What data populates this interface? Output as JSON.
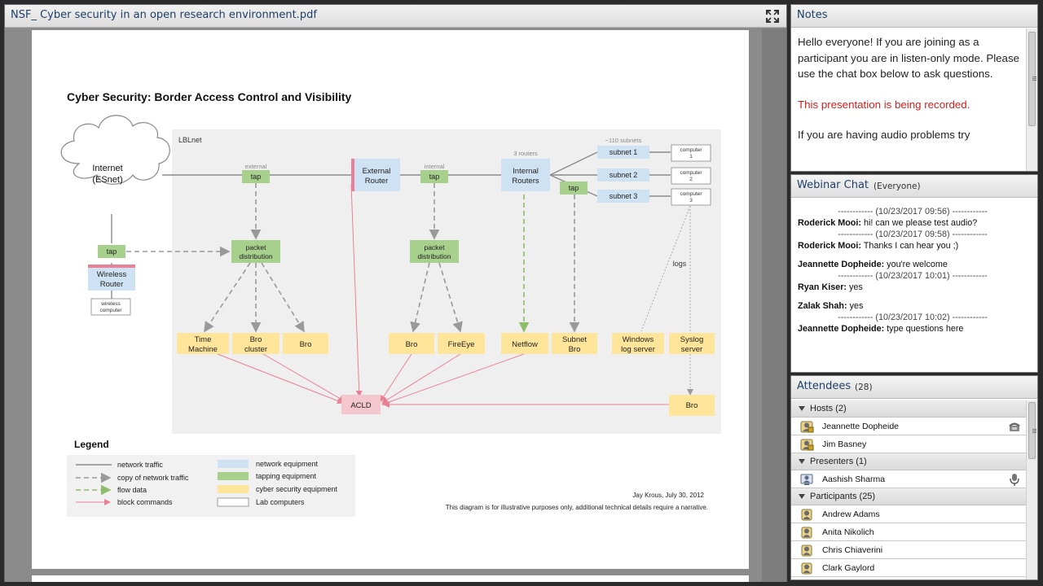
{
  "share": {
    "title": "NSF_ Cyber security in an open research environment.pdf",
    "diagram": {
      "title": "Cyber Security: Border Access Control and Visibility",
      "network_name": "LBLnet",
      "nodes": {
        "internet_1": "Internet",
        "internet_2": "(ESnet)",
        "wireless_router_1": "Wireless",
        "wireless_router_2": "Router",
        "wireless_computer_1": "wireless",
        "wireless_computer_2": "computer",
        "external_router_1": "External",
        "external_router_2": "Router",
        "internal_routers_1": "Internal",
        "internal_routers_2": "Routers",
        "tap": "tap",
        "external_label": "external",
        "internal_label": "internal",
        "routers_count": "3 routers",
        "subnets_count": "~110 subnets",
        "subnet_1": "subnet 1",
        "subnet_2": "subnet 2",
        "subnet_3": "subnet 3",
        "computer": "computer",
        "computer_1": "1",
        "computer_2": "2",
        "computer_3": "3",
        "packet_1": "packet",
        "packet_2": "distribution",
        "time_machine_1": "Time",
        "time_machine_2": "Machine",
        "bro": "Bro",
        "bro_cluster_2": "cluster",
        "fireeye": "FireEye",
        "netflow": "Netflow",
        "subnet_bro_1": "Subnet",
        "windows_log_1": "Windows",
        "windows_log_2": "log server",
        "syslog_1": "Syslog",
        "syslog_2": "server",
        "logs": "logs",
        "acld": "ACLD"
      },
      "legend": {
        "title": "Legend",
        "lines": [
          "network traffic",
          "copy of network traffic",
          "flow data",
          "block commands"
        ],
        "boxes": [
          "network equipment",
          "tapping equipment",
          "cyber security equipment",
          "Lab computers"
        ]
      },
      "credit": "Jay Krous, July 30, 2012",
      "disclaimer": "This diagram is for illustrative purposes only, additional technical details require a narrative."
    }
  },
  "notes": {
    "title": "Notes",
    "paragraph1": "Hello everyone! If you are joining as a participant you are in listen-only mode. Please use the chat box below to ask questions.",
    "recorded": "This presentation is being recorded.",
    "paragraph3": "If you are having audio problems try"
  },
  "chat": {
    "title": "Webinar Chat",
    "scope": "(Everyone)",
    "entries": [
      {
        "kind": "ts",
        "text": "------------ (10/23/2017 09:56) ------------"
      },
      {
        "kind": "msg",
        "name": "Roderick Mooi:",
        "text": " hi! can we please test audio?"
      },
      {
        "kind": "ts",
        "text": "------------ (10/23/2017 09:58) ------------"
      },
      {
        "kind": "msg",
        "name": "Roderick Mooi:",
        "text": " Thanks I can hear you ;)"
      },
      {
        "kind": "msg",
        "name": "Jeannette Dopheide:",
        "text": " you're welcome"
      },
      {
        "kind": "ts",
        "text": "------------ (10/23/2017 10:01) ------------"
      },
      {
        "kind": "msg",
        "name": "Ryan Kiser:",
        "text": " yes"
      },
      {
        "kind": "msg",
        "name": "Zalak Shah:",
        "text": " yes"
      },
      {
        "kind": "ts",
        "text": "------------ (10/23/2017 10:02) ------------"
      },
      {
        "kind": "msg",
        "name": "Jeannette Dopheide:",
        "text": " type questions here"
      }
    ]
  },
  "attendees": {
    "title": "Attendees",
    "count": "(28)",
    "hosts_label": "Hosts (2)",
    "hosts": [
      "Jeannette Dopheide",
      "Jim Basney"
    ],
    "presenters_label": "Presenters (1)",
    "presenters": [
      "Aashish Sharma"
    ],
    "participants_label": "Participants (25)",
    "participants": [
      "Andrew Adams",
      "Anita Nikolich",
      "Chris Chiaverini",
      "Clark Gaylord"
    ]
  }
}
